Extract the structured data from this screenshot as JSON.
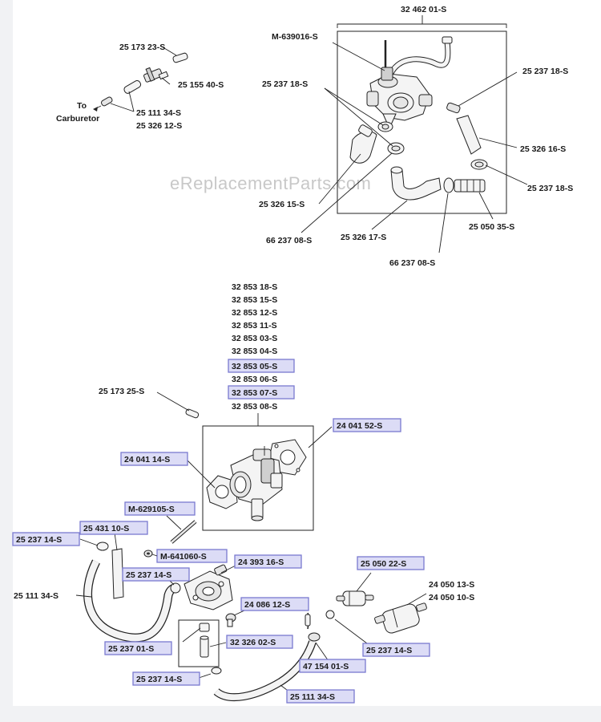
{
  "watermark": "eReplacementParts.com",
  "top_left": {
    "to_carburetor_line1": "To",
    "to_carburetor_line2": "Carburetor",
    "labels": [
      "25 173 23-S",
      "25 155 40-S",
      "25 111 34-S",
      "25 326 12-S"
    ]
  },
  "tank_assembly": {
    "labels": [
      "32 462 01-S",
      "M-639016-S",
      "25 237 18-S",
      "25 237 18-S",
      "25 326 16-S",
      "25 237 18-S",
      "25 326 15-S",
      "66 237 08-S",
      "25 326 17-S",
      "66 237 08-S",
      "25 050 35-S"
    ]
  },
  "carburetor": {
    "kit_list": [
      "32 853 18-S",
      "32 853 15-S",
      "32 853 12-S",
      "32 853 11-S",
      "32 853 03-S",
      "32 853 04-S",
      "32 853 05-S",
      "32 853 06-S",
      "32 853 07-S",
      "32 853 08-S"
    ],
    "labels": [
      "25 173 25-S",
      "24 041 52-S",
      "24 041 14-S"
    ]
  },
  "fuel_line": {
    "labels": [
      "M-629105-S",
      "25 431 10-S",
      "25 237 14-S",
      "M-641060-S",
      "25 237 14-S",
      "24 393 16-S",
      "25 111 34-S",
      "25 050 22-S",
      "24 050 13-S",
      "24 050 10-S",
      "24 086 12-S",
      "25 237 01-S",
      "32 326 02-S",
      "25 237 14-S",
      "47 154 01-S",
      "25 237 14-S",
      "25 111 34-S"
    ]
  }
}
